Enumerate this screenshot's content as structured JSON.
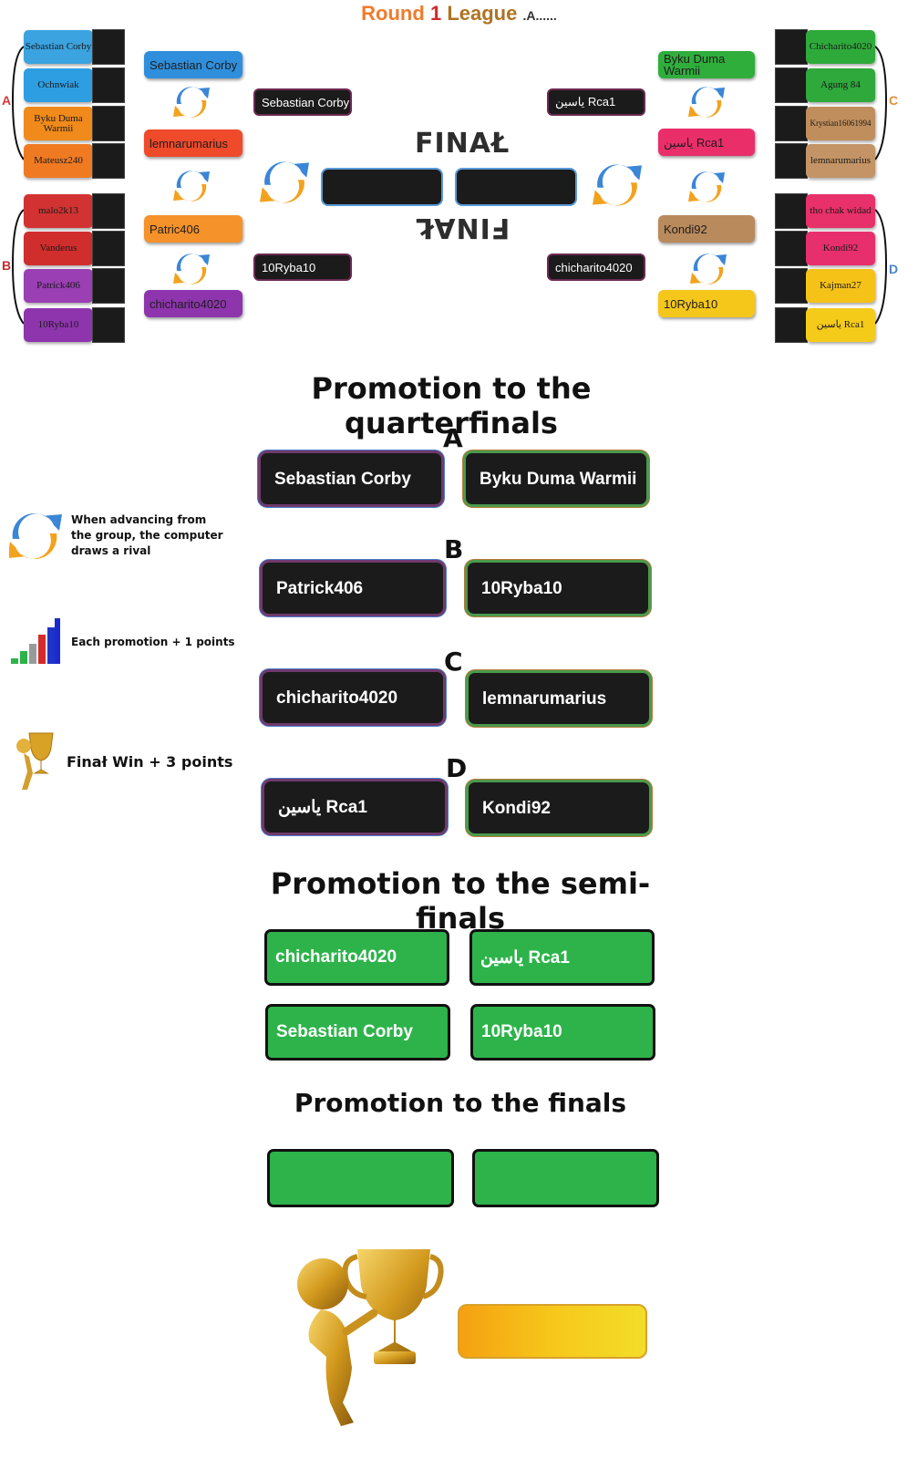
{
  "title": {
    "w1": "Round",
    "w2": "1",
    "w3": "League",
    "dots": ".A......"
  },
  "groups": {
    "A": {
      "label": "A",
      "color": "#d43a3a",
      "players": [
        "Sebastian Corby",
        "Ochnwiak",
        "Byku Duma Warmii",
        "Mateusz240"
      ],
      "colors": [
        "#3aa3e0",
        "#2d9ee2",
        "#f08a1a",
        "#f07a22"
      ]
    },
    "B": {
      "label": "B",
      "color": "#c03030",
      "players": [
        "malo2k13",
        "Vanderus",
        "Patrick406",
        "10Ryba10"
      ],
      "colors": [
        "#d23232",
        "#d02d2d",
        "#9a3fb4",
        "#8e35ad"
      ]
    },
    "C": {
      "label": "C",
      "color": "#e0903a",
      "players": [
        "Chicharito4020",
        "Agung 84",
        "Krystian16061994",
        "lemnarumarius"
      ],
      "colors": [
        "#2eaa3a",
        "#2fa83c",
        "#c08e5c",
        "#c49466"
      ]
    },
    "D": {
      "label": "D",
      "color": "#4a86c8",
      "players": [
        "tho chak widad",
        "Kondi92",
        "Kajman27",
        "ياسين Rca1"
      ],
      "colors": [
        "#e8306a",
        "#e82f6d",
        "#f5c218",
        "#f5cb1a"
      ]
    }
  },
  "r16": {
    "left": [
      "Sebastian Corby",
      "lemnarumarius",
      "Patric406",
      "chicharito4020"
    ],
    "left_colors": [
      "#2f8fdc",
      "#ef4a2a",
      "#f5922a",
      "#8e35ad"
    ],
    "right": [
      "Byku Duma Warmii",
      "ياسين Rca1",
      "Kondi92",
      "10Ryba10"
    ],
    "right_colors": [
      "#2fae3c",
      "#ea2e6a",
      "#b98a5c",
      "#f5c71a"
    ]
  },
  "qf_bracket": {
    "left": [
      "Sebastian Corby",
      "10Ryba10"
    ],
    "right": [
      "ياسين Rca1",
      "chicharito4020"
    ]
  },
  "final_word": "FINAŁ",
  "headings": {
    "quarter": "Promotion to the quarterfinals",
    "semi": "Promotion to the semi-finals",
    "finals": "Promotion to the finals"
  },
  "quarterfinals": [
    {
      "letter": "A",
      "left": "Sebastian Corby",
      "right": "Byku Duma Warmii"
    },
    {
      "letter": "B",
      "left": "Patrick406",
      "right": "10Ryba10"
    },
    {
      "letter": "C",
      "left": "chicharito4020",
      "right": "lemnarumarius"
    },
    {
      "letter": "D",
      "left": "ياسين Rca1",
      "right": "Kondi92"
    }
  ],
  "semifinals": [
    [
      "chicharito4020",
      "ياسين Rca1"
    ],
    [
      "Sebastian Corby",
      "10Ryba10"
    ]
  ],
  "finals": [
    "",
    ""
  ],
  "notes": {
    "draw": "When advancing from the group, the computer draws a rival",
    "promotion": "Each promotion + 1 points",
    "final_win": "Finał Win + 3 points"
  },
  "icons": {
    "refresh": "refresh-icon",
    "chart": "bar-chart-icon",
    "trophy": "trophy-figure-icon"
  }
}
